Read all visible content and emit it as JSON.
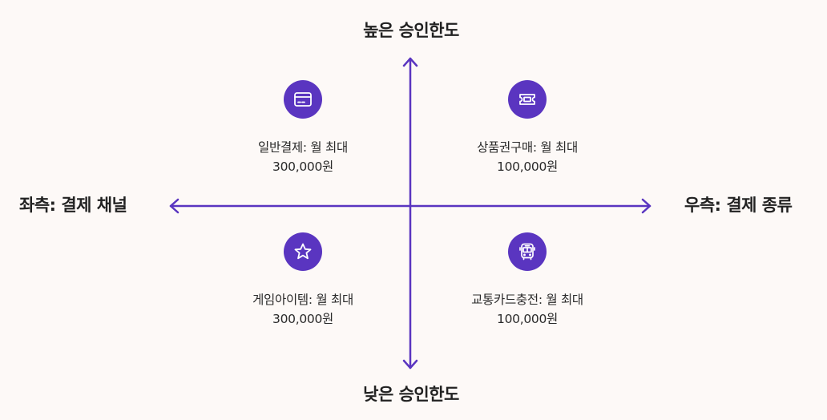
{
  "axes": {
    "top": "높은 승인한도",
    "bottom": "낮은 승인한도",
    "left": "좌측: 결제 채널",
    "right": "우측: 결제 종류"
  },
  "colors": {
    "accent": "#5a35c0",
    "background": "#fdf9f7",
    "text": "#222222"
  },
  "quadrants": [
    {
      "position": "top-left",
      "icon": "credit-card-icon",
      "line1": "일반결제: 월 최대",
      "line2": "300,000원"
    },
    {
      "position": "top-right",
      "icon": "ticket-icon",
      "line1": "상품권구매: 월 최대",
      "line2": "100,000원"
    },
    {
      "position": "bottom-left",
      "icon": "star-icon",
      "line1": "게임아이템: 월 최대",
      "line2": "300,000원"
    },
    {
      "position": "bottom-right",
      "icon": "bus-icon",
      "line1": "교통카드충전: 월 최대",
      "line2": "100,000원"
    }
  ]
}
